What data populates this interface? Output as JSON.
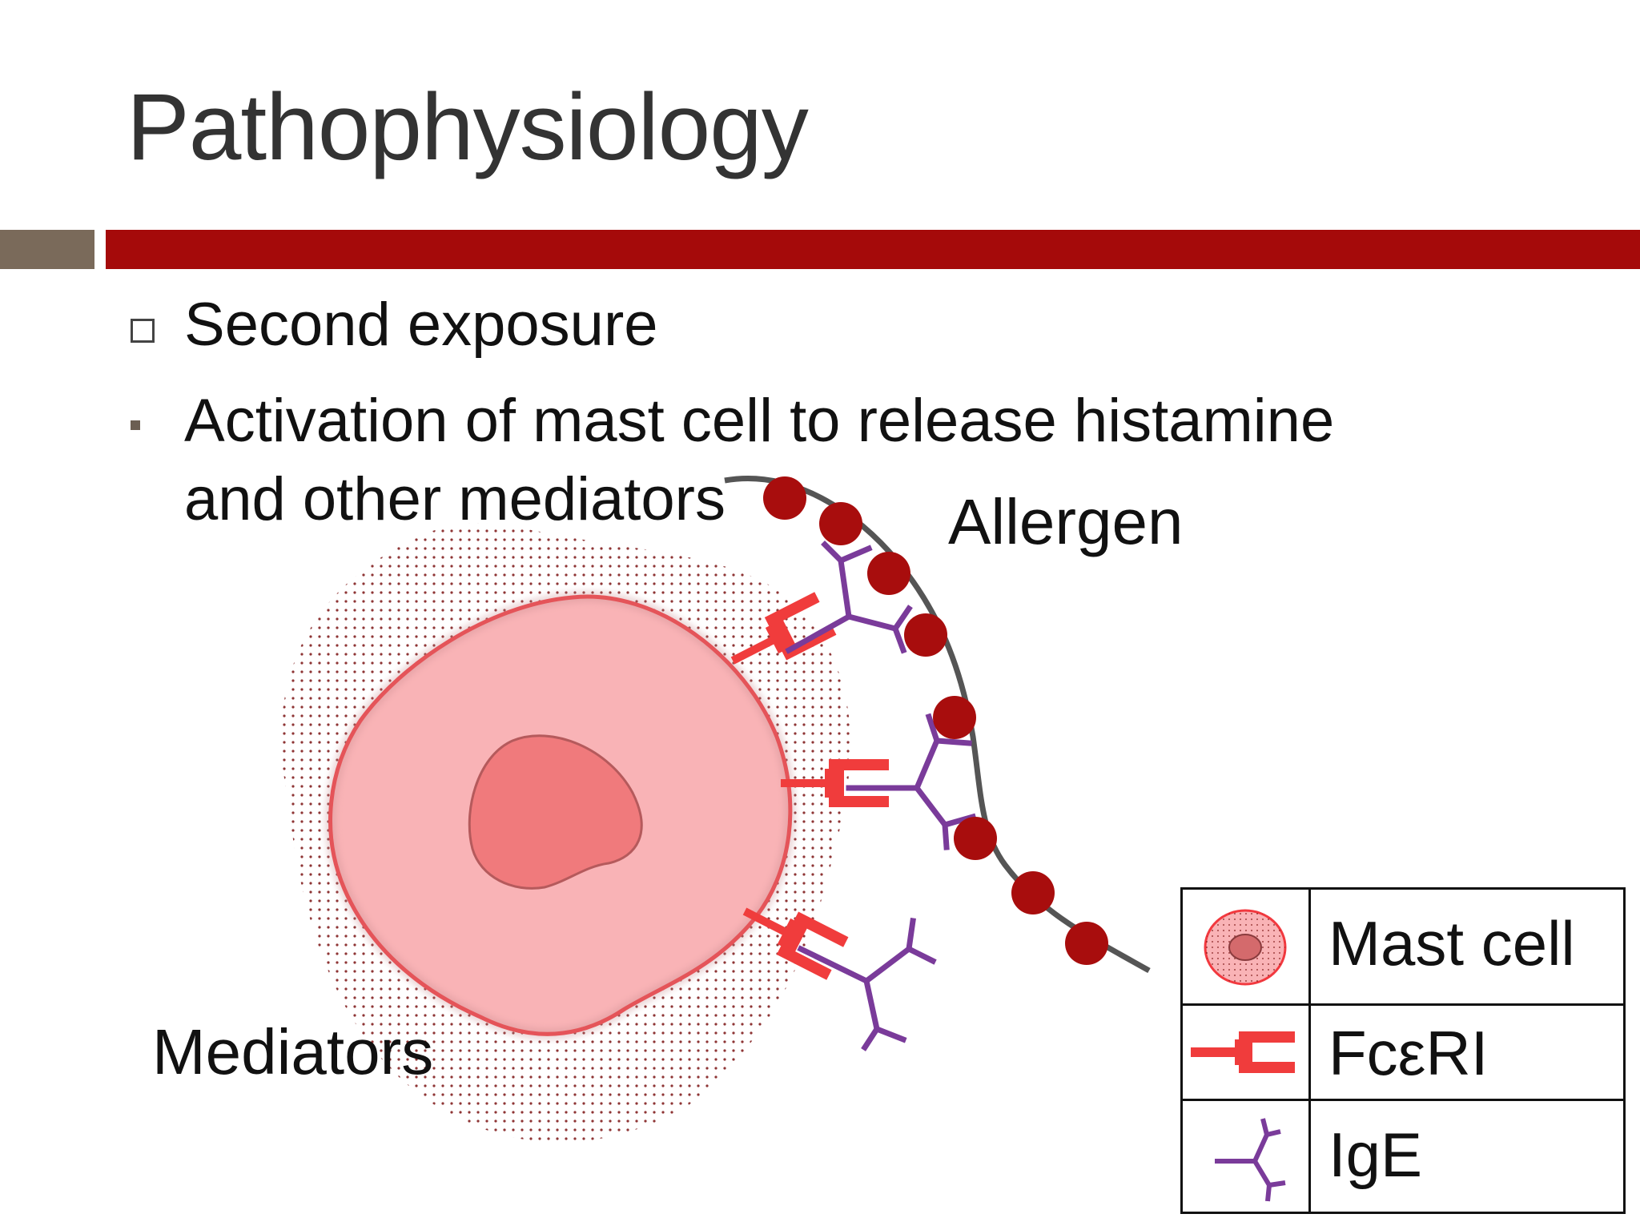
{
  "slide": {
    "title": "Pathophysiology",
    "bullets": [
      {
        "marker": "box",
        "text": "Second exposure"
      },
      {
        "marker": "square",
        "text_line1": "Activation of mast cell to release histamine",
        "text_line2": "and other mediators"
      }
    ]
  },
  "diagram": {
    "labels": {
      "allergen": "Allergen",
      "mediators": "Mediators"
    },
    "colors": {
      "cell_fill": "#f9b3b6",
      "cell_edge": "#f2393f",
      "nucleus": "#f07a7c",
      "receptor": "#f03c3c",
      "ige": "#7a3b9a",
      "allergen": "#a80d0d",
      "strand": "#555555",
      "accent_bar": "#a50a0a",
      "accent_bar_left": "#7a6a5a"
    }
  },
  "legend": {
    "rows": [
      {
        "icon": "mast-cell-icon",
        "label": "Mast cell"
      },
      {
        "icon": "fc-receptor-icon",
        "label": "FcεRI"
      },
      {
        "icon": "ige-icon",
        "label": "IgE"
      }
    ]
  }
}
